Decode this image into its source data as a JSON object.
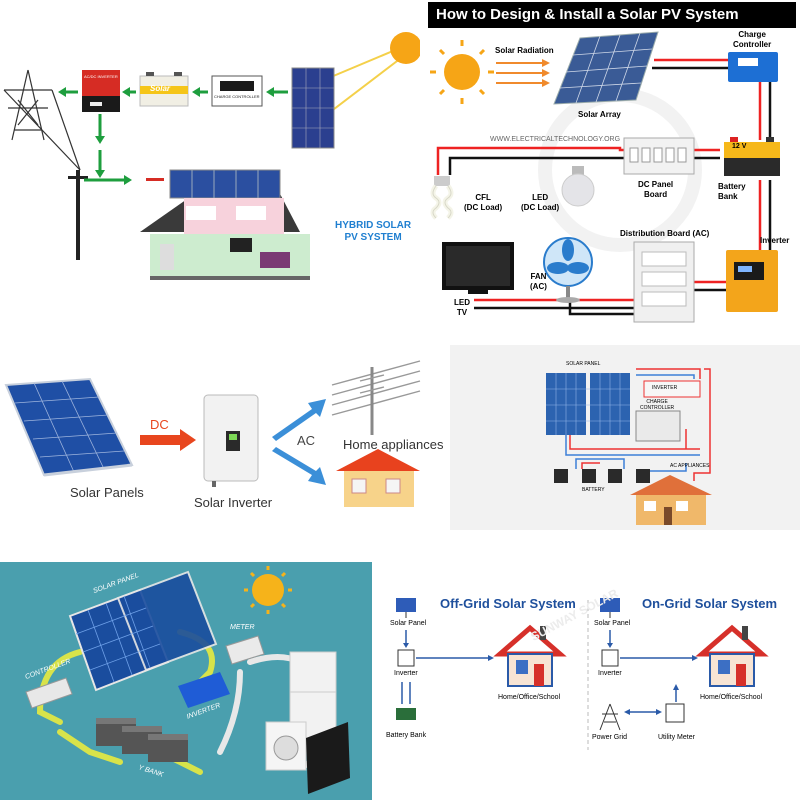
{
  "hybrid": {
    "title_line1": "HYBRID SOLAR",
    "title_line2": "PV SYSTEM",
    "ac_dc_label": "AC/DC INVERTER",
    "battery_label": "Solar",
    "controller_label": "CHARGE CONTROLLER",
    "colors": {
      "arrow": "#1e9e3e",
      "title": "#1f7fd0"
    }
  },
  "install": {
    "title": "How to Design & Install a Solar PV System",
    "solar_radiation": "Solar Radiation",
    "solar_array": "Solar Array",
    "charge_controller_line1": "Charge",
    "charge_controller_line2": "Controller",
    "website": "WWW.ELECTRICALTECHNOLOGY.ORG",
    "cfl_line1": "CFL",
    "cfl_line2": "(DC Load)",
    "led_line1": "LED",
    "led_line2": "(DC Load)",
    "dc_panel_line1": "DC Panel",
    "dc_panel_line2": "Board",
    "battery_line1": "Battery",
    "battery_line2": "Bank",
    "battery_voltage": "12 V",
    "distribution": "Distribution Board (AC)",
    "fan_line1": "FAN",
    "fan_line2": "(AC)",
    "inverter": "Inverter",
    "led_tv_line1": "LED",
    "led_tv_line2": "TV"
  },
  "simple": {
    "dc": "DC",
    "ac": "AC",
    "solar_panels": "Solar Panels",
    "solar_inverter": "Solar Inverter",
    "home_appliances": "Home appliances"
  },
  "panel_system": {
    "solar_panel": "SOLAR PANEL",
    "inverter": "INVERTER",
    "charge_line1": "CHARGE",
    "charge_line2": "CONTROLLER",
    "ac_appliances": "AC APPLIANCES",
    "battery": "BATTERY"
  },
  "iso": {
    "solar_panel": "SOLAR PANEL",
    "meter": "METER",
    "controller": "CONTROLLER",
    "inverter": "INVERTER",
    "battery_bank": "Y BANK"
  },
  "grid": {
    "off_title": "Off-Grid Solar System",
    "on_title": "On-Grid Solar System",
    "solar_panel": "Solar Panel",
    "inverter": "Inverter",
    "battery_bank": "Battery Bank",
    "home": "Home/Office/School",
    "power_grid": "Power Grid",
    "utility_meter": "Utility Meter",
    "watermark": "SUNWAY SOLAR"
  }
}
